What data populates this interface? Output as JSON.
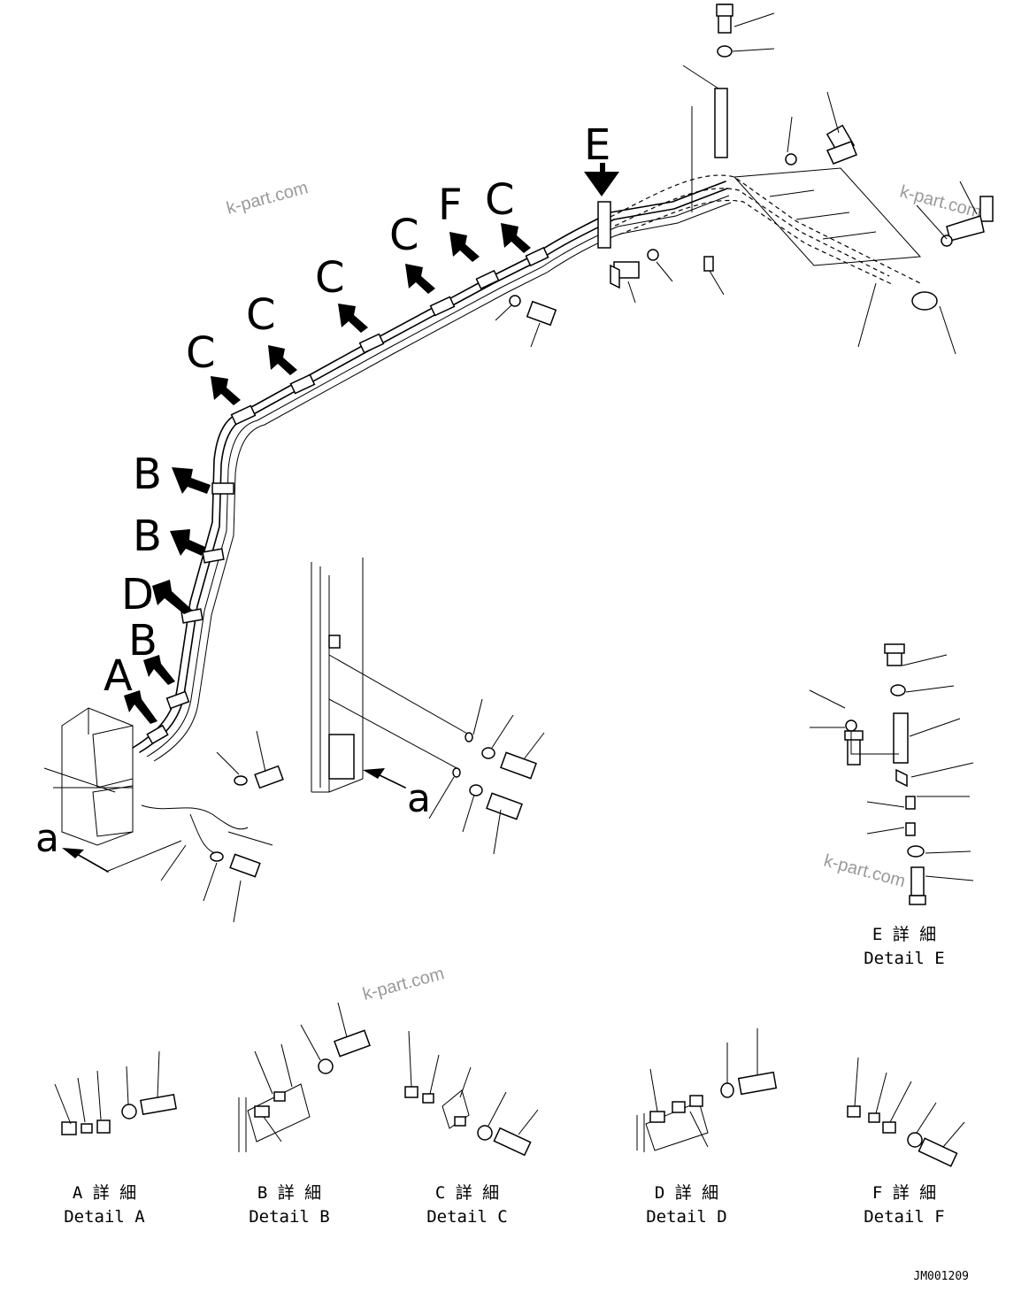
{
  "callouts": {
    "a": "A",
    "b1": "B",
    "b2": "B",
    "b3": "B",
    "c1": "C",
    "c2": "C",
    "c3": "C",
    "c4": "C",
    "c5": "C",
    "d": "D",
    "e": "E",
    "f": "F"
  },
  "views": {
    "left": "a",
    "center": "a"
  },
  "watermark": "k-part.com",
  "details": {
    "e": {
      "jp": "E 詳 細",
      "en": "Detail E"
    },
    "a": {
      "jp": "A 詳 細",
      "en": "Detail A"
    },
    "b": {
      "jp": "B 詳 細",
      "en": "Detail B"
    },
    "c": {
      "jp": "C 詳 細",
      "en": "Detail C"
    },
    "d": {
      "jp": "D 詳 細",
      "en": "Detail D"
    },
    "f": {
      "jp": "F 詳 細",
      "en": "Detail F"
    }
  },
  "doc_number": "JM001209"
}
